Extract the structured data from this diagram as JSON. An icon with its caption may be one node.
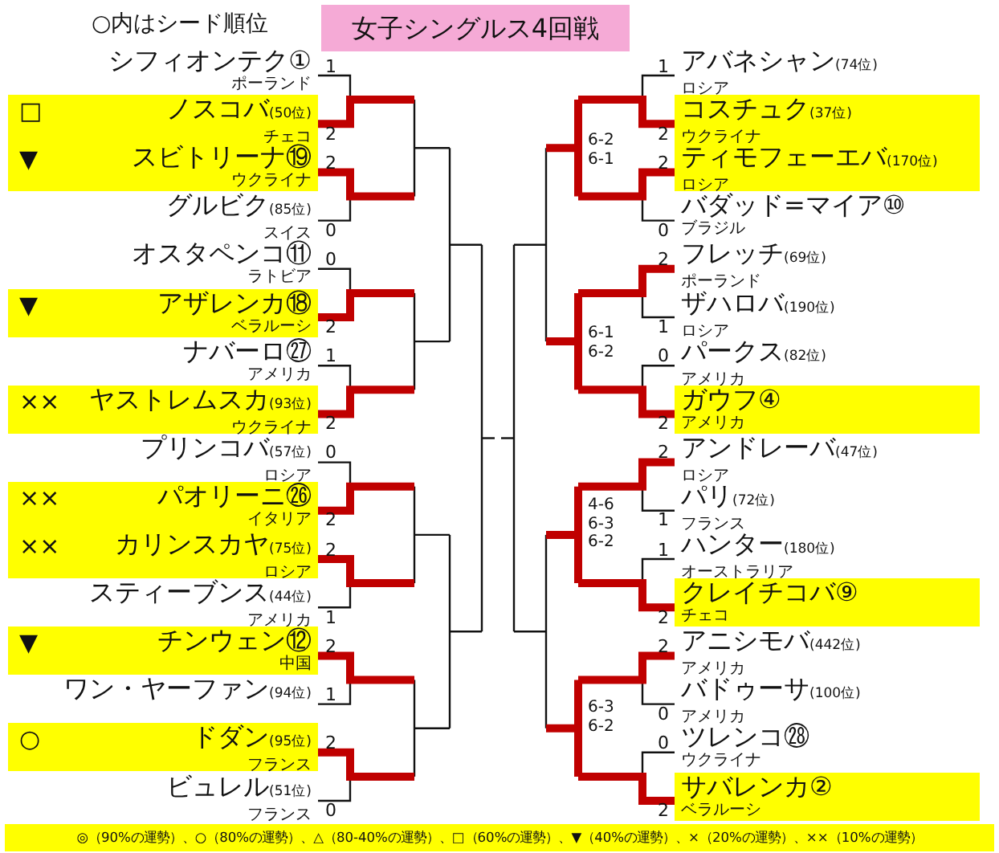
{
  "diagram": {
    "title": "女子シングルス4回戦",
    "nodes": [
      {
        "text": [
          "シフィオンテク①",
          "ポーランド"
        ],
        "beside": [
          "1"
        ]
      },
      {
        "text": [
          "ノスコバ$_{(50位)}$",
          "チェコ"
        ],
        "beside": [
          "2"
        ]
      },
      {
        "text": [
          "スビトリーナ⑲",
          "ウクライナ"
        ],
        "beside": [
          "2"
        ]
      },
      {
        "text": [
          "グルビク$_{(85位)}$",
          "スイス"
        ],
        "beside": [
          "0"
        ]
      },
      {
        "text": [
          "オスタペンコ⑪",
          "ラトビア"
        ],
        "beside": [
          "0"
        ]
      },
      {
        "text": [
          "アザレンカ⑱",
          "ベラルーシ"
        ],
        "beside": [
          "2"
        ]
      },
      {
        "text": [
          "ナバーロ㉗",
          "アメリカ"
        ],
        "beside": [
          "1"
        ]
      },
      {
        "text": [
          "ヤストレムスカ$_{(93位)}$",
          "ウクライナ"
        ],
        "beside": [
          "2"
        ]
      },
      {
        "text": [
          "プリンコバ$_{(57位)}$",
          "ロシア"
        ],
        "beside": [
          "0"
        ]
      },
      {
        "text": [
          "パオリーニ㉖",
          "イタリア"
        ],
        "beside": [
          "2"
        ]
      },
      {
        "text": [
          "カリンスカヤ$_{(75位)}$",
          "ロシア"
        ],
        "beside": [
          "2"
        ]
      },
      {
        "text": [
          "スティーブンス$_{(44位)}$",
          "アメリカ"
        ],
        "beside": [
          "1"
        ]
      },
      {
        "text": [
          "チンウェン⑫",
          "中国"
        ],
        "beside": [
          "2"
        ]
      },
      {
        "text": [
          "ワン・ヤーファン$_{(94位)}$"
        ],
        "beside": [
          "1"
        ]
      },
      {
        "text": [
          "ドダン$_{(95位)}$",
          "フランス"
        ],
        "beside": [
          "2"
        ]
      },
      {
        "text": [
          "ビュレル$_{(51位)}$",
          "フランス"
        ],
        "beside": [
          "0"
        ]
      },
      {
        "text": [
          "アバネシャン$_{(74位)}$",
          "ロシア"
        ],
        "beside": [
          "1"
        ]
      },
      {
        "text": [
          "コスチュク$_{(37位)}$",
          "ウクライナ"
        ],
        "beside": [
          "2"
        ]
      },
      {
        "text": [
          "ティモフェーエバ$_{(170位)}$",
          "ロシア"
        ],
        "beside": [
          "2"
        ]
      },
      {
        "text": [
          "バダッド=マイア⑩",
          "ブラジル"
        ],
        "beside": [
          "0"
        ]
      },
      {
        "text": [
          "フレッチ$_{(69位)}$",
          "ポーランド"
        ],
        "beside": [
          "2"
        ]
      },
      {
        "text": [
          "ザハロバ$_{(190位)}$",
          "ロシア"
        ],
        "beside": [
          "1"
        ]
      },
      {
        "text": [
          "パークス$_{(82位)}$",
          "アメリカ"
        ],
        "beside": [
          "0"
        ]
      },
      {
        "text": [
          "ガウフ④",
          "アメリカ"
        ],
        "beside": [
          "2"
        ]
      },
      {
        "text": [
          "アンドレーバ$_{(47位)}$",
          "ロシア"
        ],
        "beside": [
          "2"
        ]
      },
      {
        "text": [
          "パリ$_{(72位)}$",
          "フランス"
        ],
        "beside": [
          "1"
        ]
      },
      {
        "text": [
          "ハンター$_{(180位)}$",
          "オーストラリア"
        ],
        "beside": [
          "1"
        ]
      },
      {
        "text": [
          "クレイチコバ⑨",
          "チェコ"
        ],
        "beside": [
          "2"
        ]
      },
      {
        "text": [
          "アニシモバ$_{(442位)}$",
          "アメリカ"
        ],
        "beside": [
          "2"
        ]
      },
      {
        "text": [
          "バドゥーサ$_{(100位)}$",
          "アメリカ"
        ],
        "beside": [
          "0"
        ]
      },
      {
        "text": [
          "ツレンコ㉘",
          "ウクライナ"
        ],
        "beside": [
          "0"
        ]
      },
      {
        "text": [
          "サバレンカ②",
          "ベラルーシ"
        ],
        "beside": [
          "2"
        ]
      }
    ],
    "labels": [
      "○内はシード順位",
      "□",
      "▼",
      "▼",
      "××",
      "××",
      "××",
      "▼",
      "○",
      "6-2 6-1",
      "6-1 6-2",
      "4-6 6-3 6-2",
      "6-3 6-2",
      "◎（90%の運勢）、○（80%の運勢）、△（80-40%の運勢）、□（60%の運勢）、▼（40%の運勢）、×（20%の運勢）、××（10%の運勢）"
    ]
  }
}
